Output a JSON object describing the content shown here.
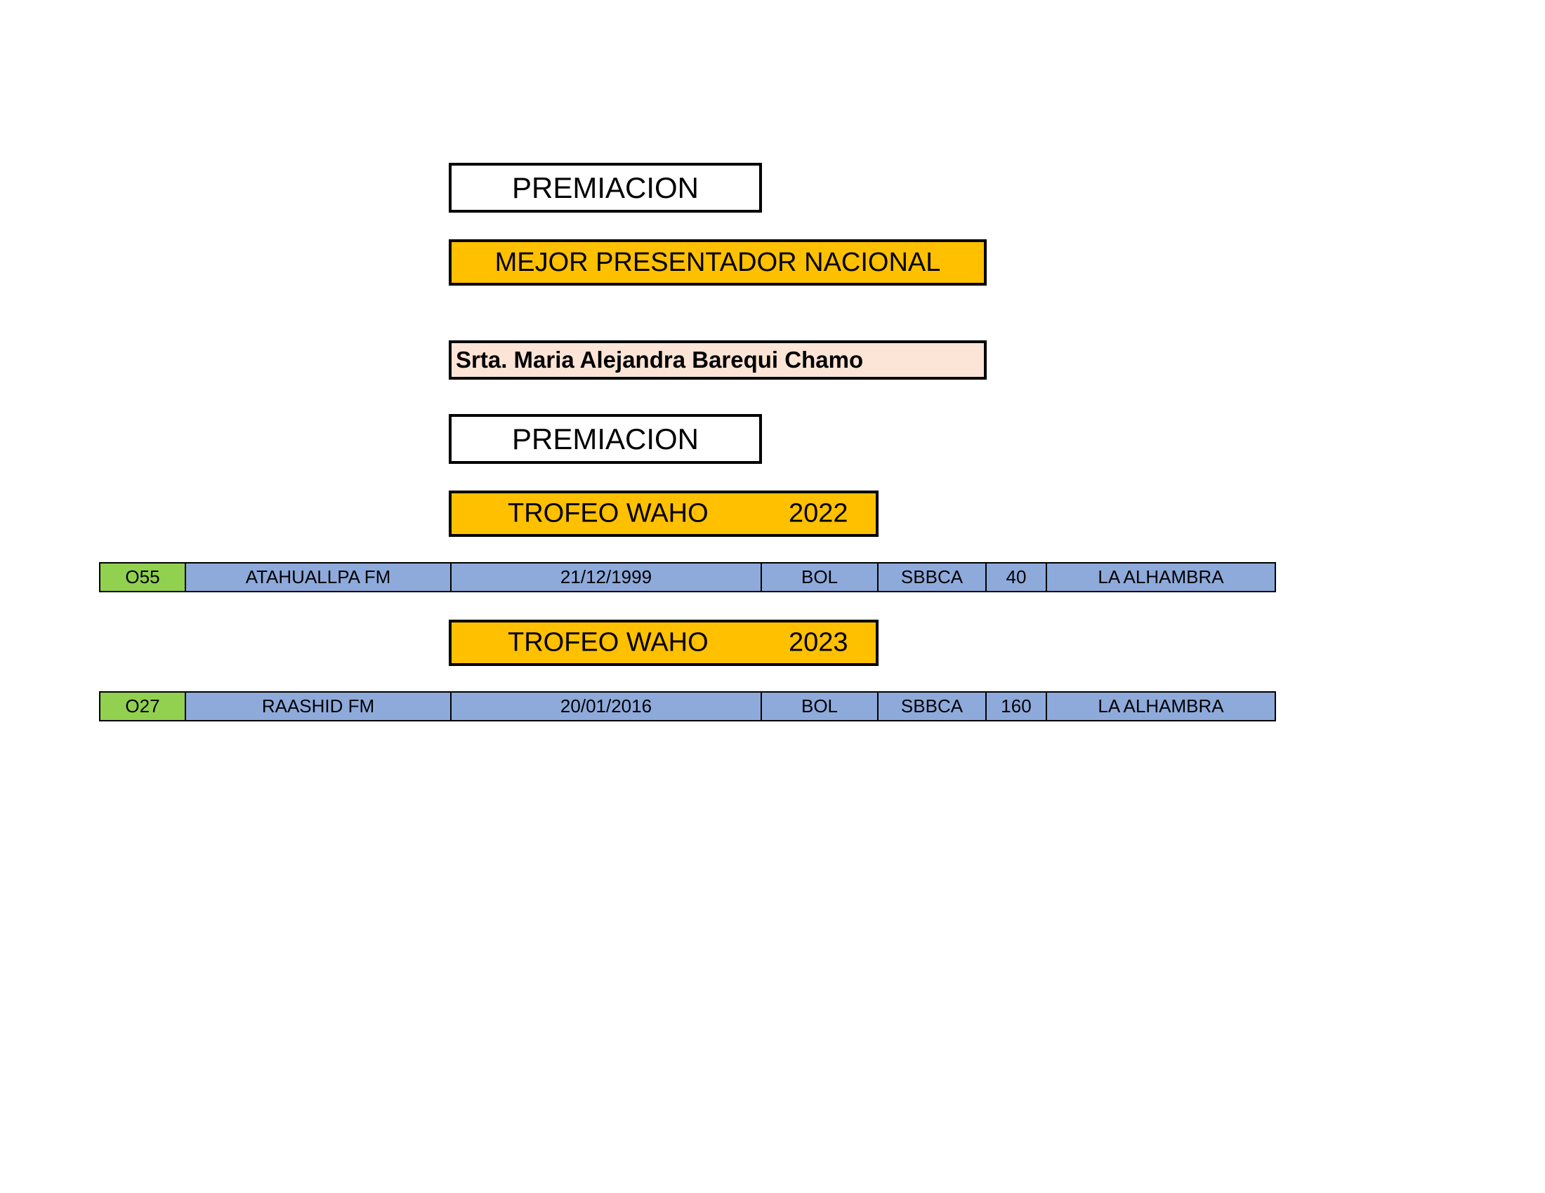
{
  "section1": {
    "heading": "PREMIACION",
    "award": "MEJOR PRESENTADOR NACIONAL",
    "winner": "Srta. Maria Alejandra Barequi Chamo"
  },
  "section2": {
    "heading": "PREMIACION",
    "trophies": [
      {
        "label": "TROFEO WAHO",
        "year": "2022",
        "row": [
          "O55",
          "ATAHUALLPA FM",
          "21/12/1999",
          "BOL",
          "SBBCA",
          "40",
          "LA ALHAMBRA"
        ]
      },
      {
        "label": "TROFEO WAHO",
        "year": "2023",
        "row": [
          "O27",
          "RAASHID FM",
          "20/01/2016",
          "BOL",
          "SBBCA",
          "160",
          "LA ALHAMBRA"
        ]
      }
    ]
  },
  "colors": {
    "gold": "#ffc000",
    "peach": "#fce4d6",
    "blue": "#8eaadb",
    "green": "#92d050"
  }
}
